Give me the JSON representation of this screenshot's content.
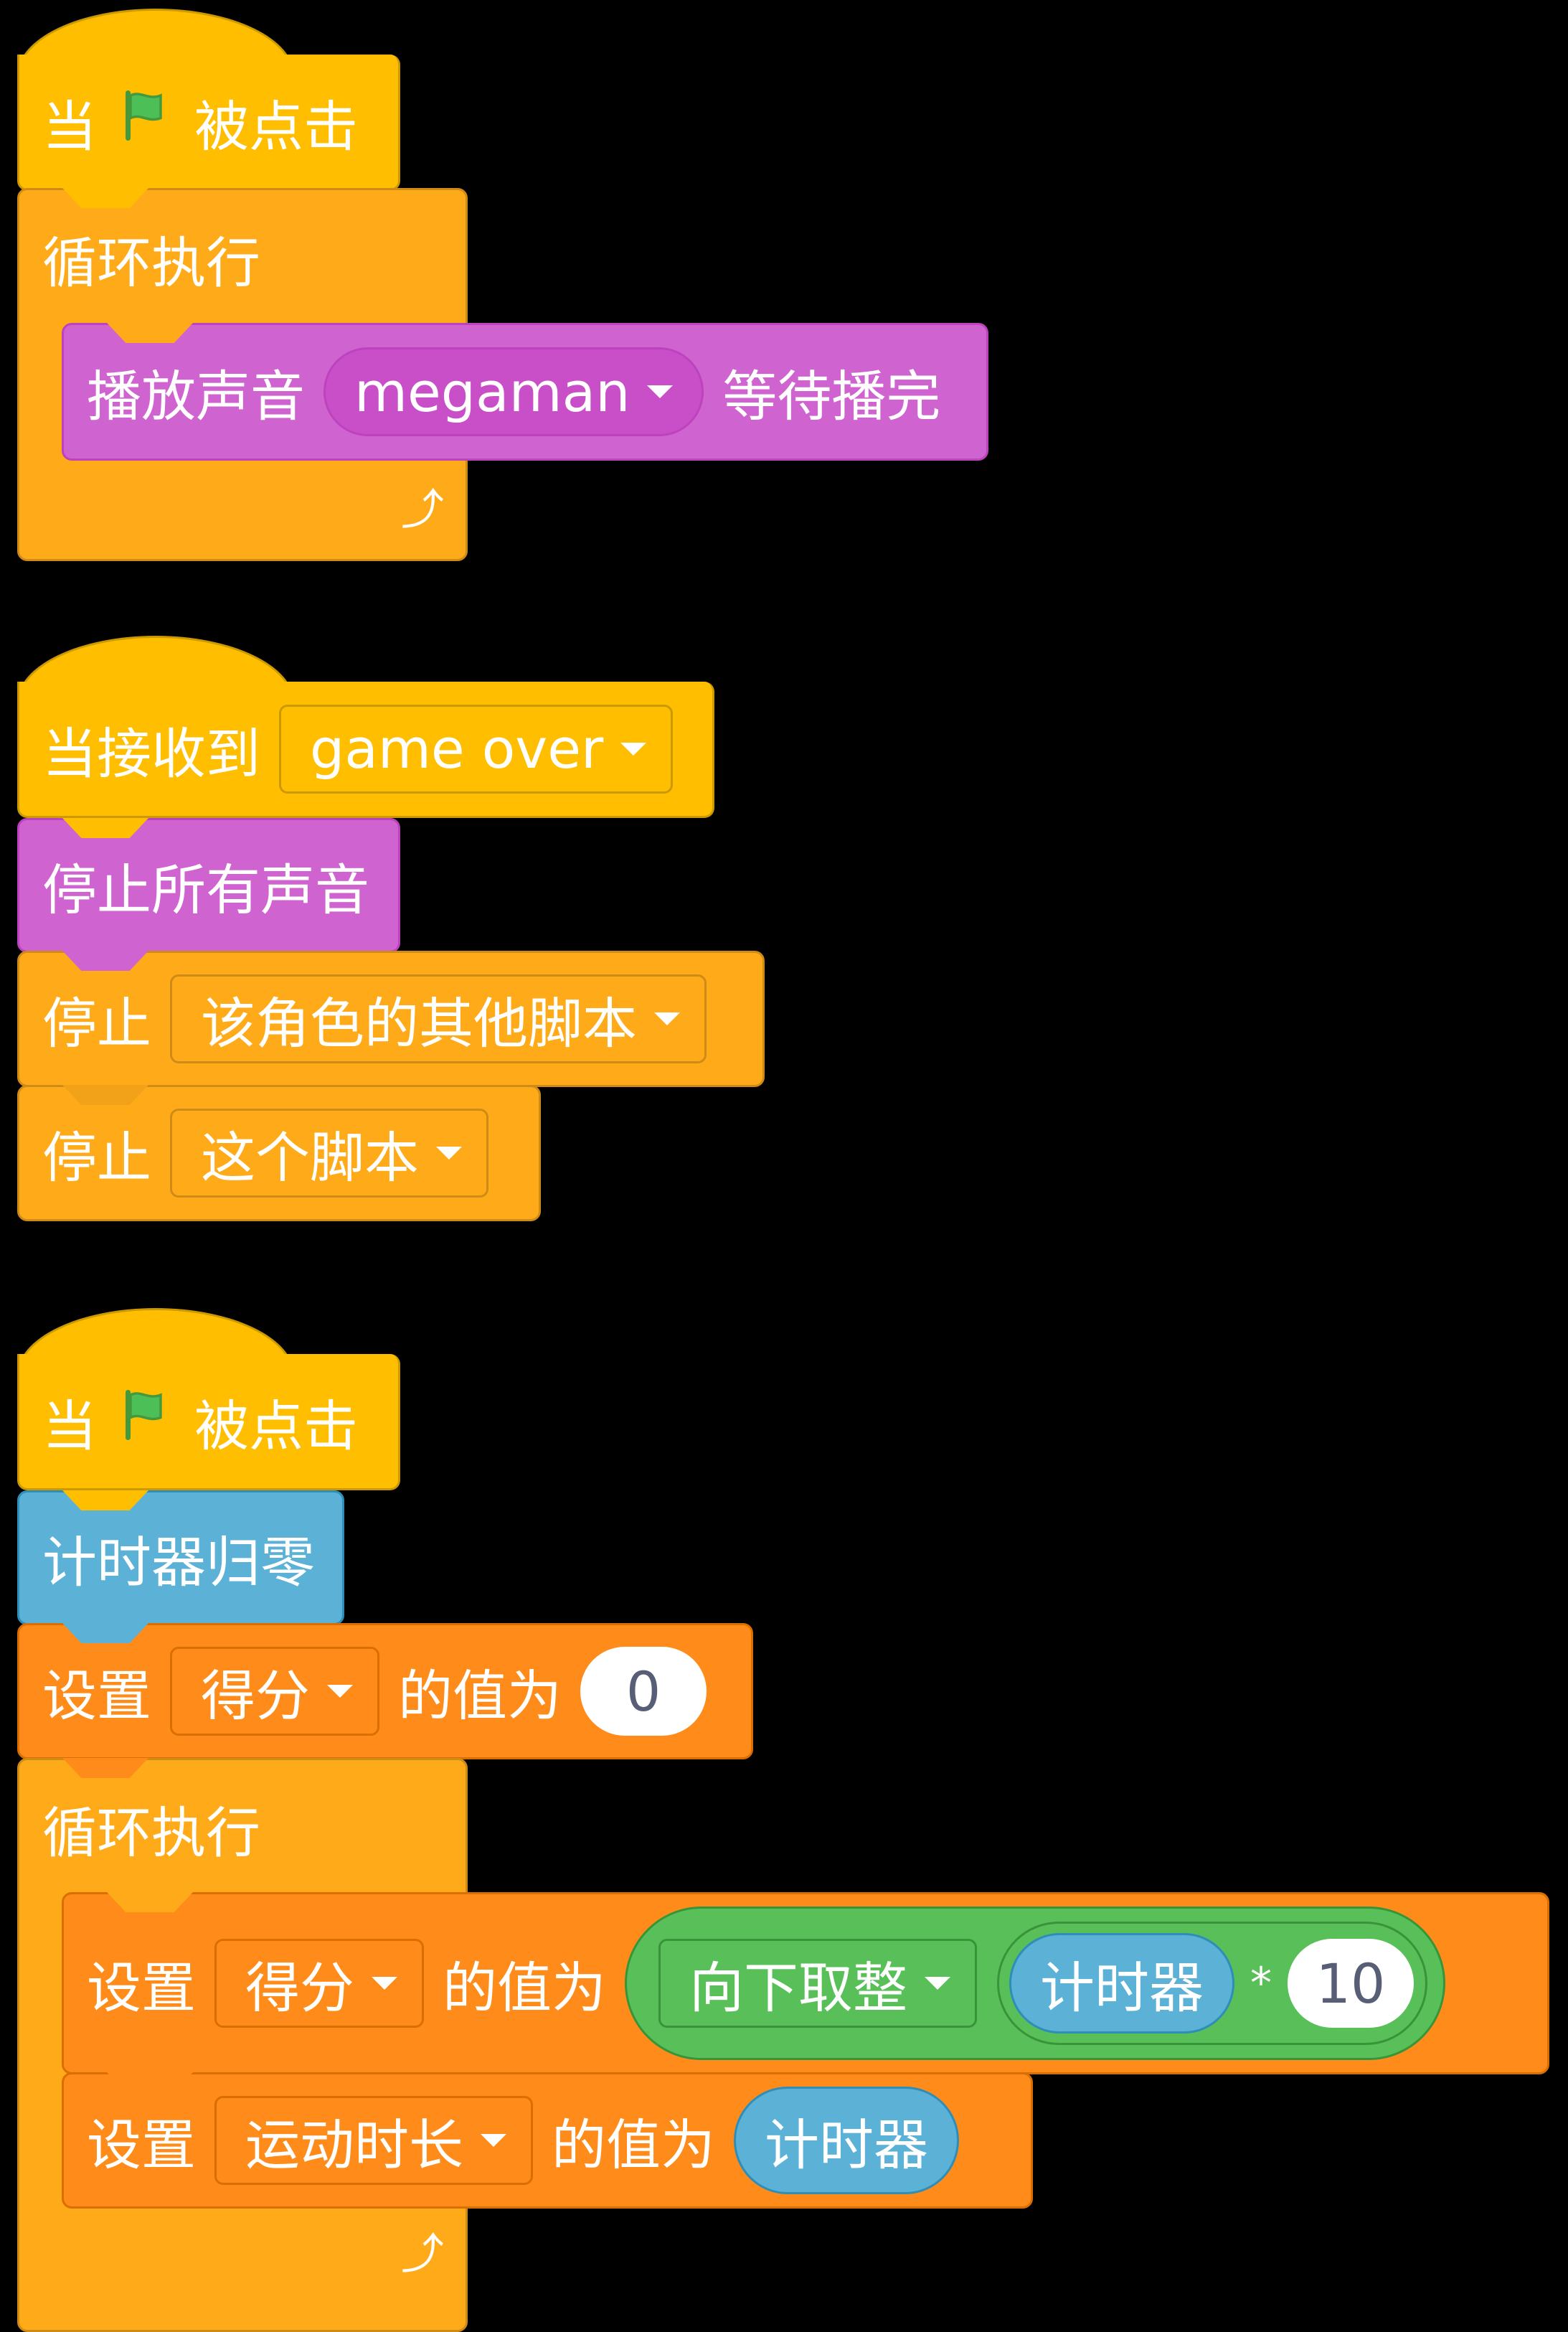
{
  "colors": {
    "events": "#FFBF00",
    "control": "#FFAB19",
    "sound": "#CF63CF",
    "sensing": "#5CB1D6",
    "variables": "#FF8C1A",
    "operators": "#59C059",
    "flag": "#4CBF56"
  },
  "scripts": [
    {
      "hat": {
        "prefix": "当",
        "icon": "green-flag-icon",
        "suffix": "被点击"
      },
      "forever": {
        "label": "循环执行",
        "body": [
          {
            "label": "播放声音",
            "menu": "megaman",
            "suffix": "等待播完"
          }
        ],
        "icon": "loop-arrow-icon"
      }
    },
    {
      "hat": {
        "label": "当接收到",
        "menu": "game over"
      },
      "blocks": [
        {
          "label": "停止所有声音"
        },
        {
          "label": "停止",
          "menu": "该角色的其他脚本"
        },
        {
          "label": "停止",
          "menu": "这个脚本"
        }
      ]
    },
    {
      "hat": {
        "prefix": "当",
        "icon": "green-flag-icon",
        "suffix": "被点击"
      },
      "blocks": [
        {
          "label": "计时器归零"
        },
        {
          "label": "设置",
          "menu": "得分",
          "mid": "的值为",
          "value": "0"
        }
      ],
      "forever": {
        "label": "循环执行",
        "body": [
          {
            "label": "设置",
            "menu": "得分",
            "mid": "的值为",
            "op_menu": "向下取整",
            "reporter": "计时器",
            "operator": "*",
            "value": "10"
          },
          {
            "label": "设置",
            "menu": "运动时长",
            "mid": "的值为",
            "reporter": "计时器"
          }
        ],
        "icon": "loop-arrow-icon"
      }
    }
  ]
}
